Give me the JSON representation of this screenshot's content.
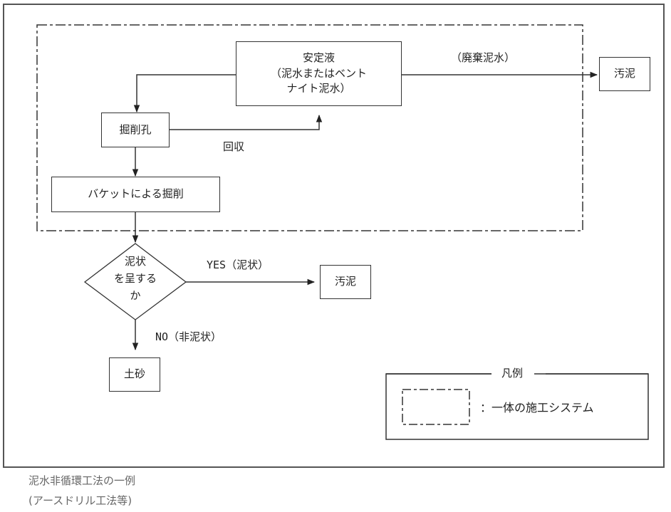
{
  "diagram": {
    "system_boundary": "一体の施工システム",
    "nodes": {
      "stabilizer": {
        "lines": [
          "安定液",
          "（泥水またはベント",
          "ナイト泥水）"
        ]
      },
      "borehole": {
        "label": "掘削孔"
      },
      "bucket": {
        "label": "バケットによる掘削"
      },
      "sludge_top": {
        "label": "汚泥"
      },
      "decision": {
        "lines": [
          "泥状",
          "を呈する",
          "か"
        ]
      },
      "sludge_yes": {
        "label": "汚泥"
      },
      "soil": {
        "label": "土砂"
      }
    },
    "edges": {
      "waste_mud": "（廃棄泥水）",
      "recovery": "回収",
      "yes": "YES（泥状）",
      "no": "NO（非泥状）"
    },
    "legend": {
      "title": "凡例",
      "item": "：一体の施工システム"
    }
  },
  "caption": {
    "line1": "泥水非循環工法の一例",
    "line2": "(アースドリル工法等)"
  }
}
